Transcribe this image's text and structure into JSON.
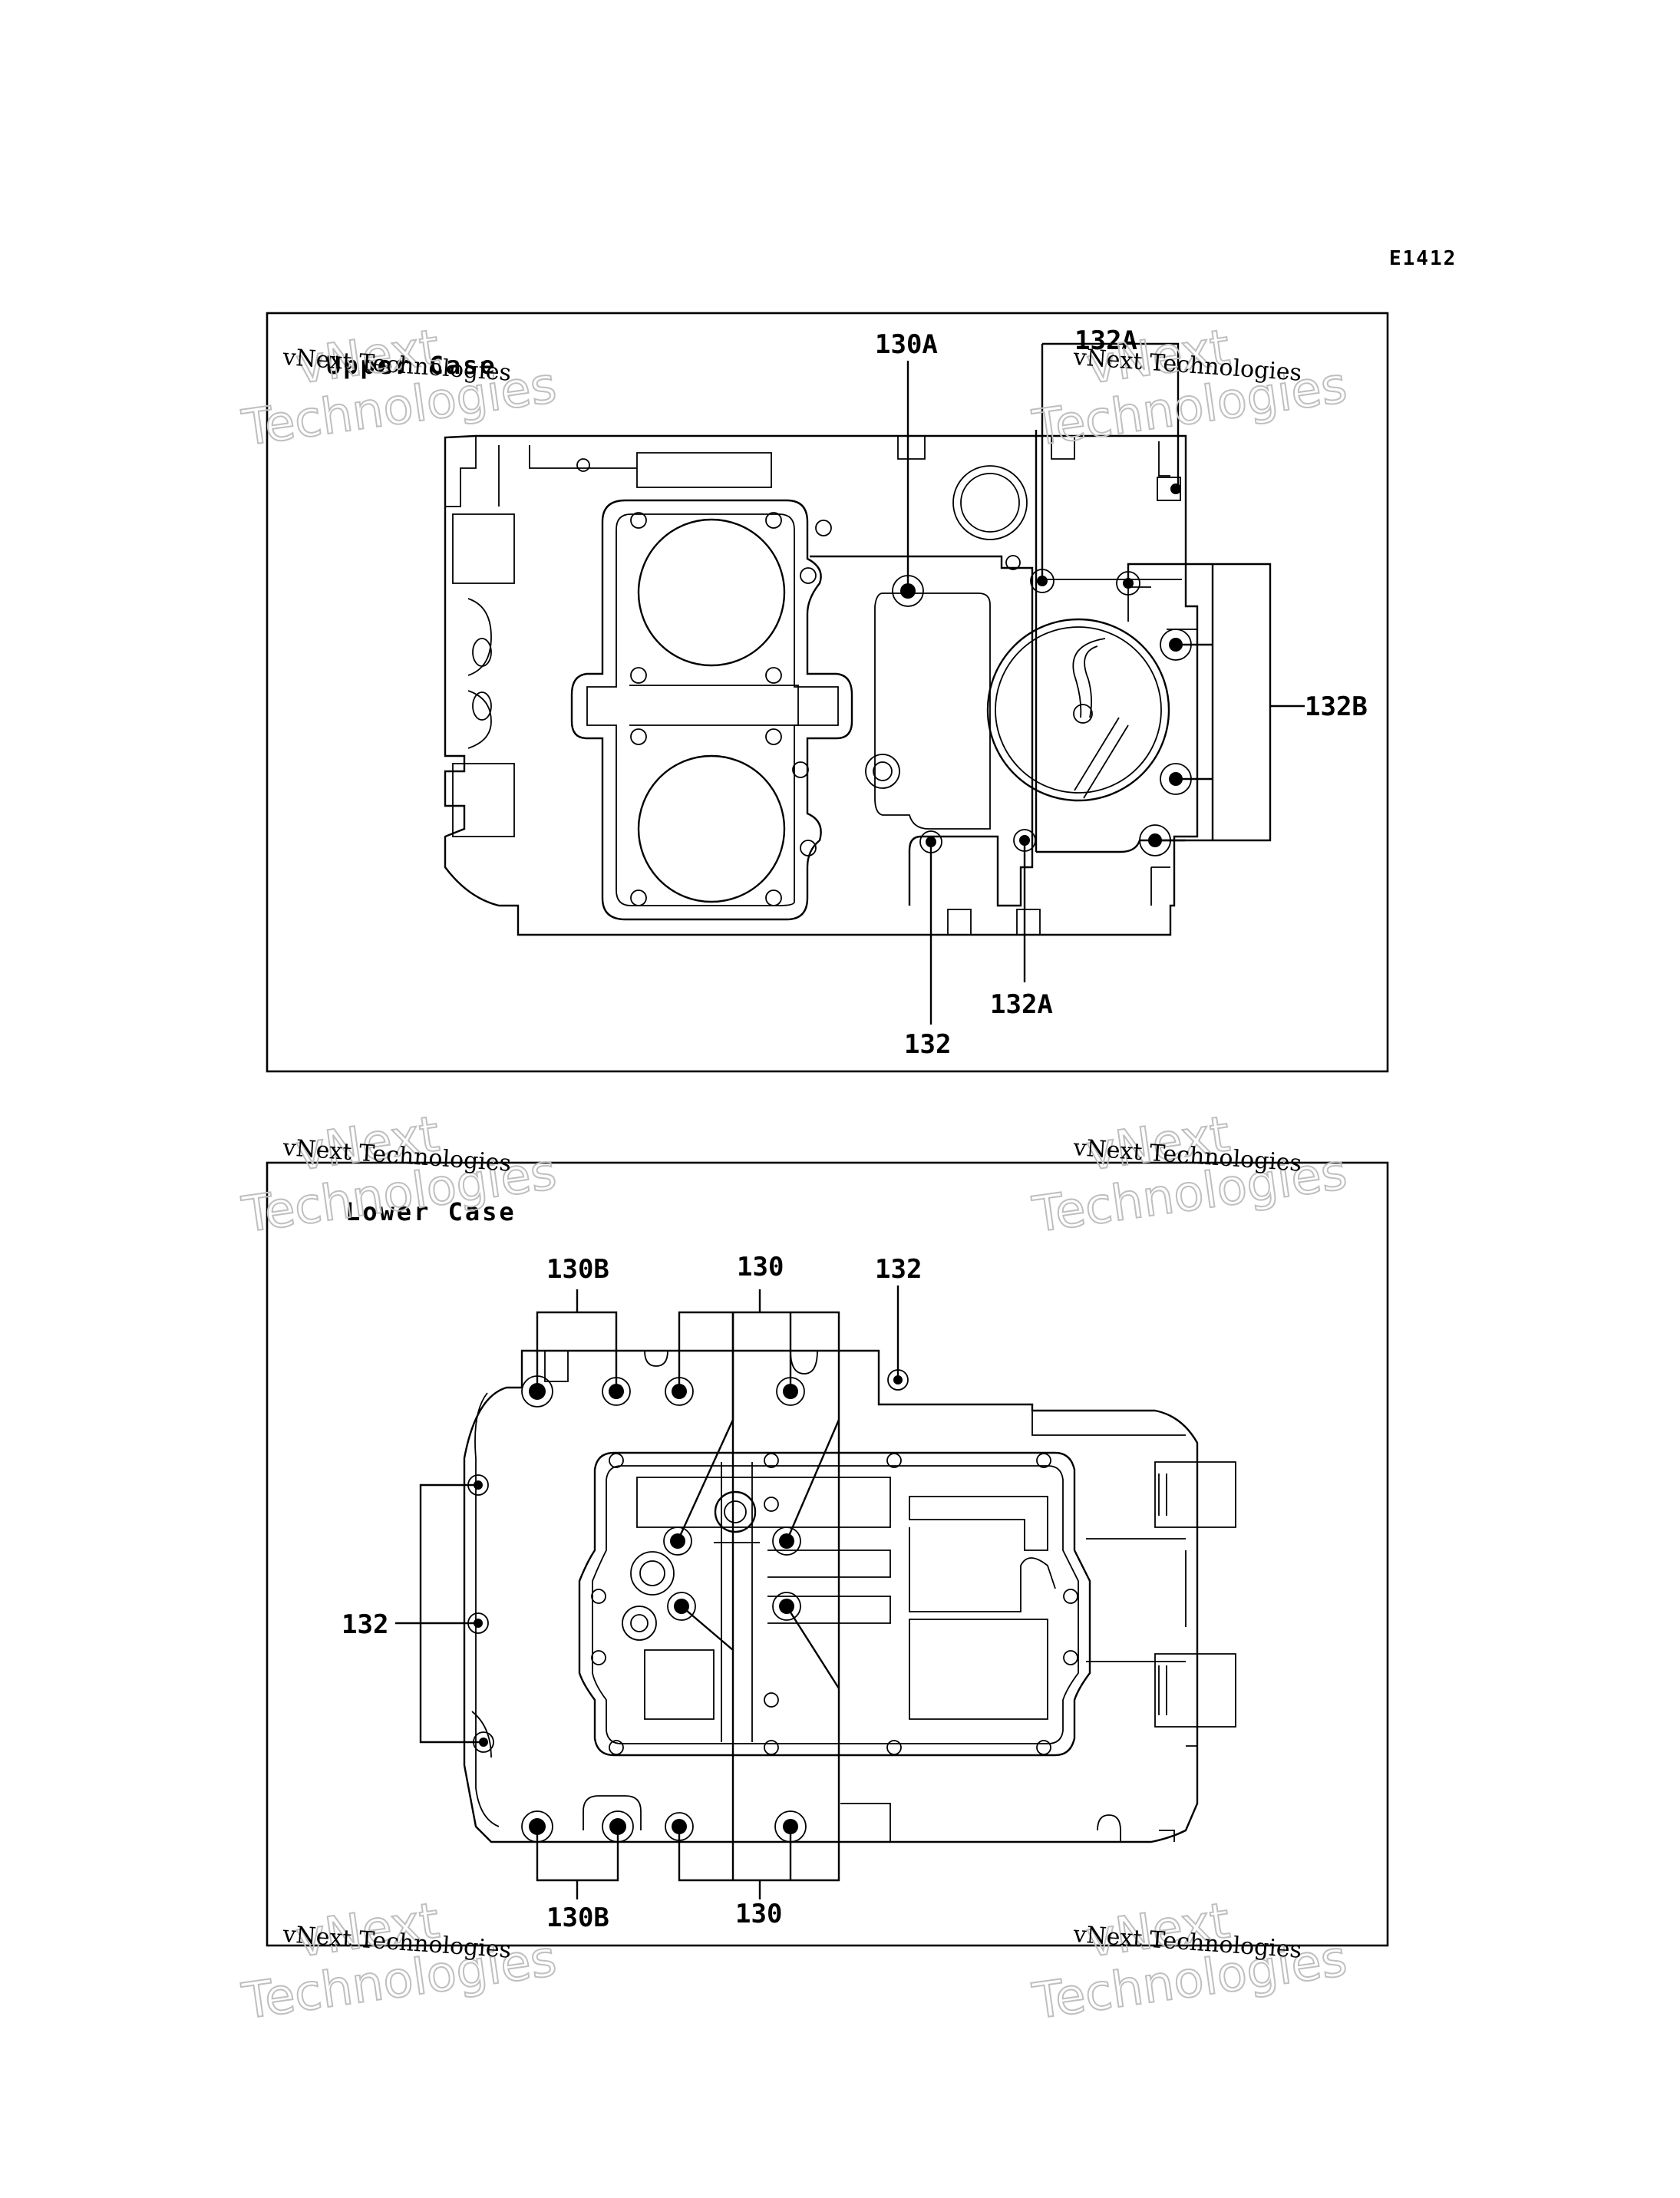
{
  "code": "E1412",
  "watermark": {
    "line1": "vNext",
    "line2": "Technologies",
    "small": "vNext Technologies"
  },
  "upper_case": {
    "title": "Upper Case",
    "labels": {
      "l130A": "130A",
      "l132A_top": "132A",
      "l132B": "132B",
      "l132": "132",
      "l132A_bottom": "132A"
    }
  },
  "lower_case": {
    "title": "Lower Case",
    "labels": {
      "l130B_top": "130B",
      "l130_top": "130",
      "l132_top": "132",
      "l132_left": "132",
      "l130B_bottom": "130B",
      "l130_bottom": "130"
    }
  }
}
